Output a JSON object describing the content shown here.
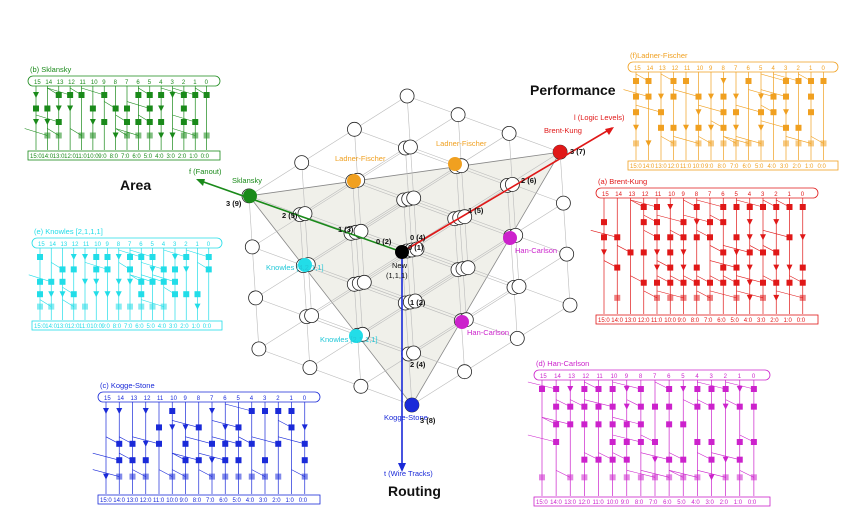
{
  "axes": {
    "area": "Area",
    "performance": "Performance",
    "routing": "Routing",
    "fanout_label": "f (Fanout)",
    "logic_label": "l (Logic Levels)",
    "wire_label": "t (Wire  Tracks)"
  },
  "points": {
    "new": "New",
    "new_coord": "(1,1,1)",
    "sklansky": "Sklansky",
    "brent_kung": "Brent-Kung",
    "kogge_stone": "Kogge-Stone",
    "ladner_fischer": "Ladner-Fischer",
    "han_carlson": "Han-Carlson",
    "knowles_421": "Knowles [4,2,1,1]",
    "knowles_211": "Knowles [2,1,1,1]"
  },
  "dims": {
    "origin_f": "0 (2)",
    "origin_l": "0 (4)",
    "origin_t": "0 (1)",
    "f1": "1 (3)",
    "f2": "2 (5)",
    "f3": "3 (9)",
    "l1": "1 (5)",
    "l2": "2 (6)",
    "l3": "3 (7)",
    "t1": "1 (2)",
    "t2": "2 (4)",
    "t3": "3 (8)"
  },
  "panels": {
    "sklansky": "(b) Sklansky",
    "knowles": "(e) Knowles [2,1,1,1]",
    "kogge": "(c) Kogge-Stone",
    "ladner": "(f)Ladner-Fischer",
    "brent": "(a) Brent-Kung",
    "han": "(d) Han-Carlson"
  },
  "bits_top": [
    "15",
    "14",
    "13",
    "12",
    "11",
    "10",
    "9",
    "8",
    "7",
    "6",
    "5",
    "4",
    "3",
    "2",
    "1",
    "0"
  ],
  "bits_bottom": [
    "15:0",
    "14:0",
    "13:0",
    "12:0",
    "11:0",
    "10:0",
    "9:0",
    "8:0",
    "7:0",
    "6:0",
    "5:0",
    "4:0",
    "3:0",
    "2:0",
    "1:0",
    "0:0"
  ],
  "colors": {
    "sklansky": "#1a8a1a",
    "knowles": "#22dde8",
    "kogge": "#1a2ad8",
    "ladner": "#f0a020",
    "brent": "#e01818",
    "han": "#cc22cc",
    "new": "#000000"
  }
}
